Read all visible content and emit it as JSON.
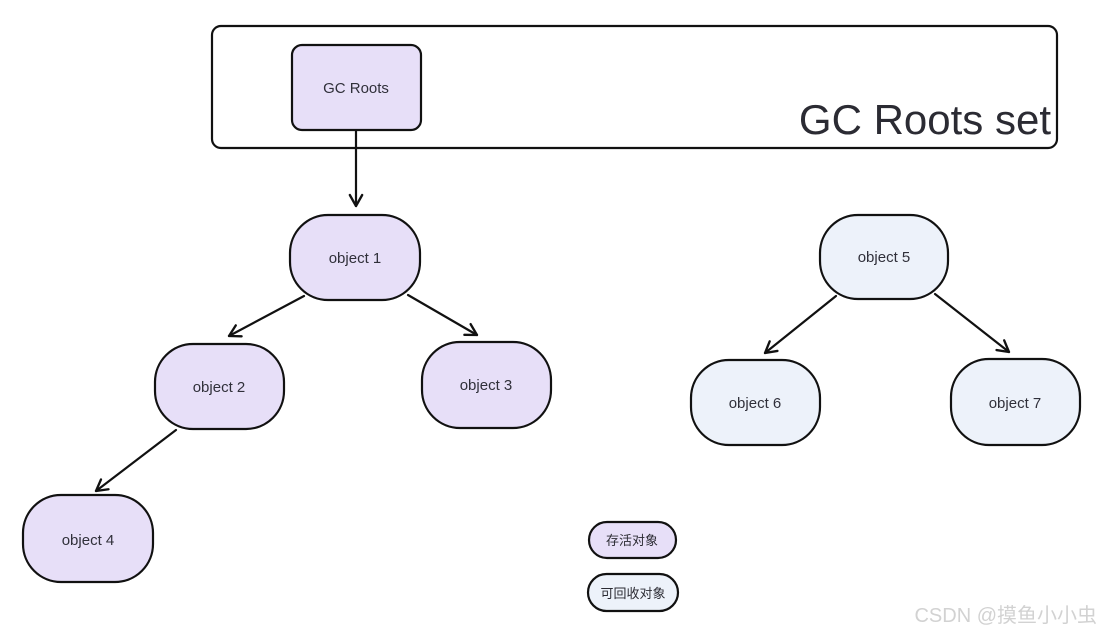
{
  "diagram": {
    "container_title": "GC Roots set",
    "gc_roots_label": "GC Roots",
    "nodes": [
      {
        "id": "object1",
        "label": "object 1",
        "type": "alive"
      },
      {
        "id": "object2",
        "label": "object 2",
        "type": "alive"
      },
      {
        "id": "object3",
        "label": "object 3",
        "type": "alive"
      },
      {
        "id": "object4",
        "label": "object 4",
        "type": "alive"
      },
      {
        "id": "object5",
        "label": "object 5",
        "type": "recyclable"
      },
      {
        "id": "object6",
        "label": "object 6",
        "type": "recyclable"
      },
      {
        "id": "object7",
        "label": "object 7",
        "type": "recyclable"
      }
    ],
    "edges": [
      {
        "from": "GC Roots",
        "to": "object 1"
      },
      {
        "from": "object 1",
        "to": "object 2"
      },
      {
        "from": "object 1",
        "to": "object 3"
      },
      {
        "from": "object 2",
        "to": "object 4"
      },
      {
        "from": "object 5",
        "to": "object 6"
      },
      {
        "from": "object 5",
        "to": "object 7"
      }
    ],
    "legend": [
      {
        "label": "存活对象"
      },
      {
        "label": "可回收对象"
      }
    ]
  },
  "colors": {
    "alive_fill": "#e7dff8",
    "recyclable_fill": "#edf2fa",
    "stroke": "#111111",
    "title_text": "#2b2b33",
    "node_text": "#30303a",
    "watermark_text": "#d2d2d2"
  },
  "watermark": "CSDN @摸鱼小小虫"
}
